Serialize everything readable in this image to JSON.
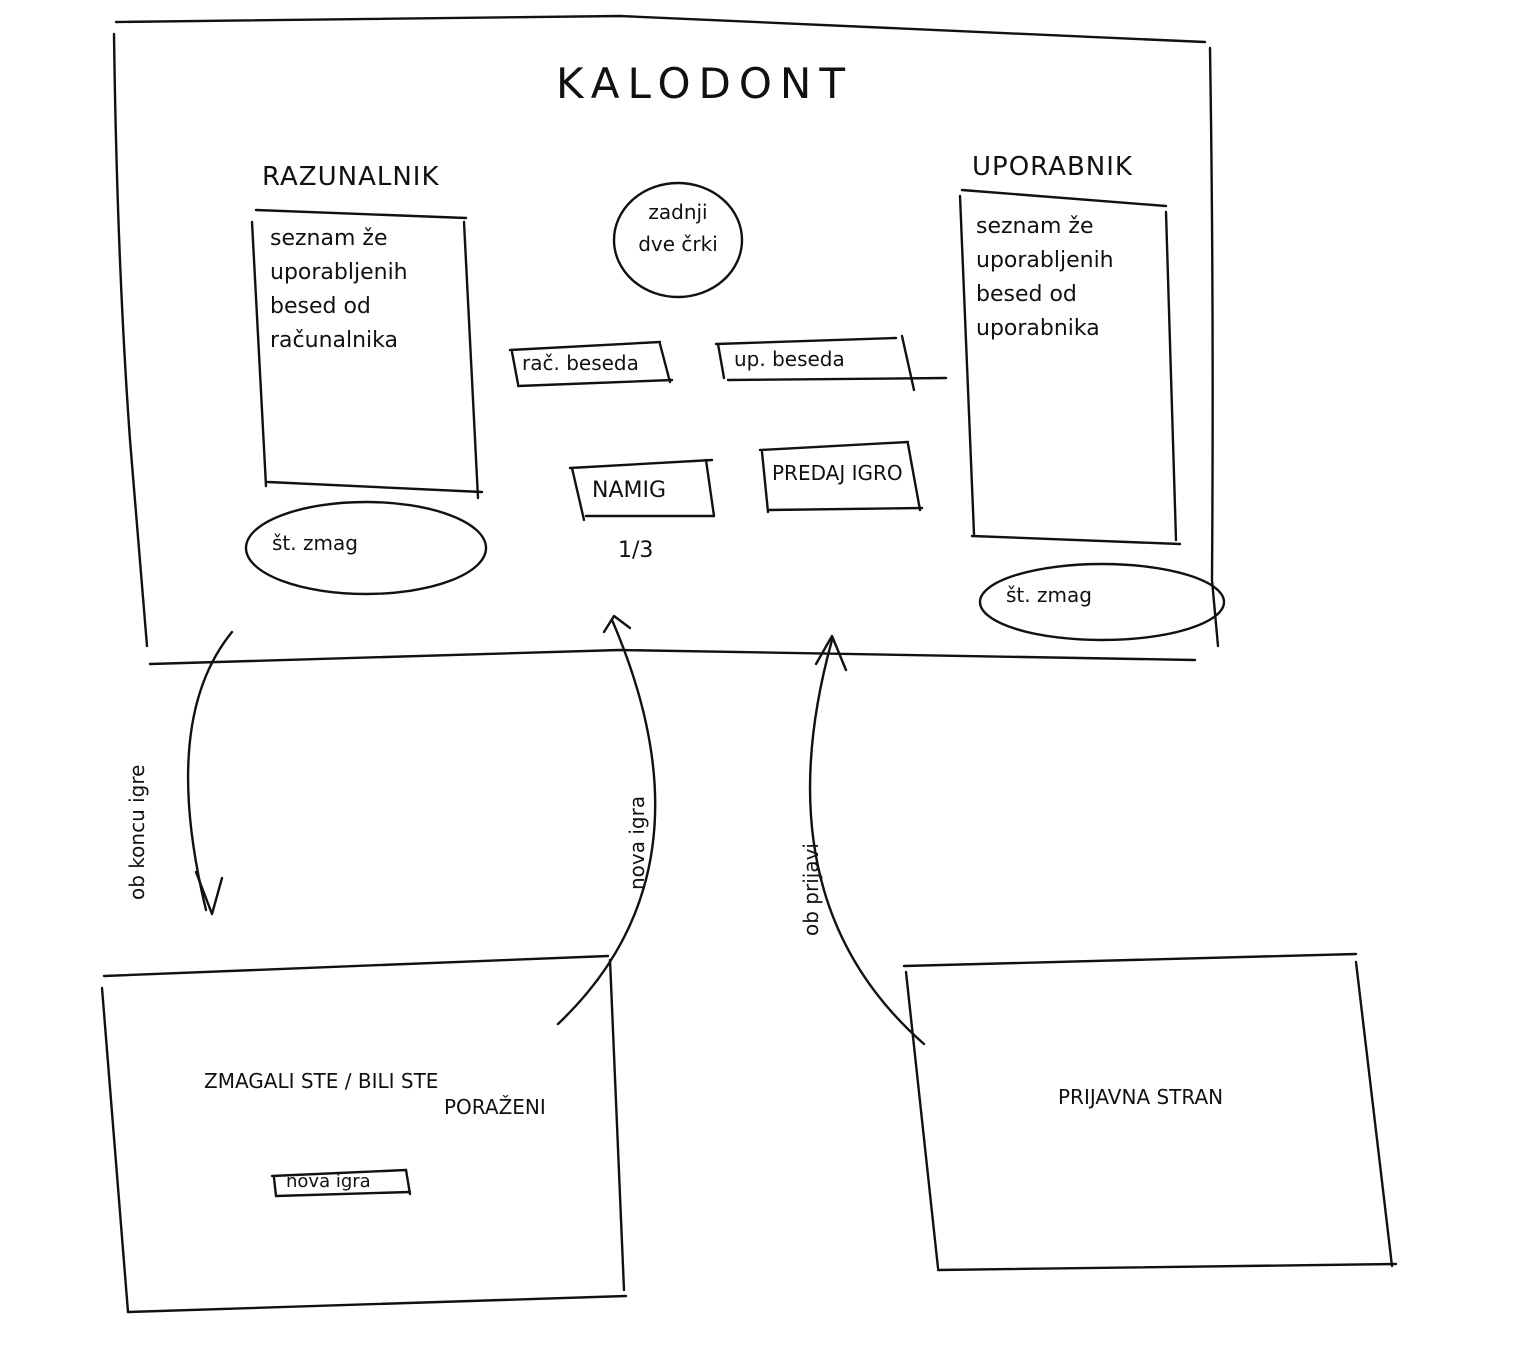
{
  "main_screen": {
    "title": "KALODONT",
    "computer": {
      "heading": "RAZUNALNIK",
      "list_text": "seznam že uporabljenih besed od računalnika",
      "wins": "št. zmag"
    },
    "user": {
      "heading": "UPORABNIK",
      "list_text": "seznam že uporabljenih besed od uporabnika",
      "wins": "št. zmag"
    },
    "last_letters": "zadnji dve črki",
    "computer_word": "rač. beseda",
    "user_word": "up. beseda",
    "hint_button": "NAMIG",
    "hint_counter": "1/3",
    "surrender_button": "PREDAJ IGRO"
  },
  "end_screen": {
    "message_line1": "ZMAGALI STE / BILI STE",
    "message_line2": "PORAŽENI",
    "new_game_button": "nova igra"
  },
  "login_screen": {
    "title": "PRIJAVNA STRAN"
  },
  "transitions": {
    "to_end": "ob koncu igre",
    "new_game": "nova igra",
    "after_login": "ob prijavi"
  }
}
